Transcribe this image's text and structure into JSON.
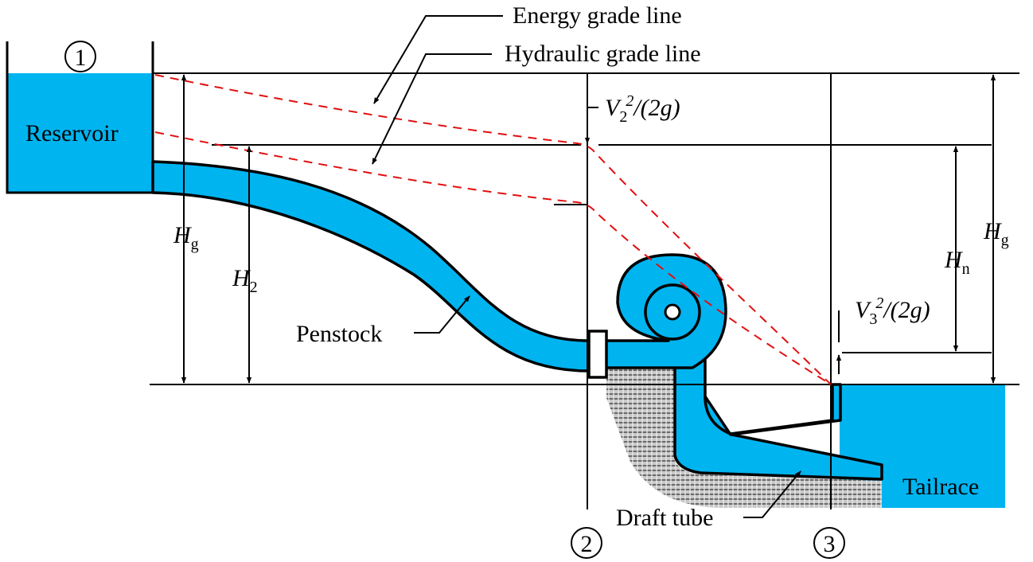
{
  "labels": {
    "egl": "Energy grade line",
    "hgl": "Hydraulic grade line",
    "reservoir": "Reservoir",
    "penstock": "Penstock",
    "draft_tube": "Draft tube",
    "tailrace": "Tailrace"
  },
  "stations": {
    "s1": "1",
    "s2": "2",
    "s3": "3"
  },
  "heads": {
    "hg_var": "H",
    "hg_sub": "g",
    "h2_var": "H",
    "h2_sub": "2",
    "hn_var": "H",
    "hn_sub": "n"
  },
  "velocity_heads": {
    "v2_v": "V",
    "v2_sub": "2",
    "v2_sup": "2",
    "v2_tail": "/(2g)",
    "v3_v": "V",
    "v3_sub": "3",
    "v3_sup": "2",
    "v3_tail": "/(2g)"
  },
  "colors": {
    "water": "#00b4f0",
    "grade_lines": "#e01010",
    "outline": "#000000",
    "ground_hatch": "#8a8a8a"
  }
}
